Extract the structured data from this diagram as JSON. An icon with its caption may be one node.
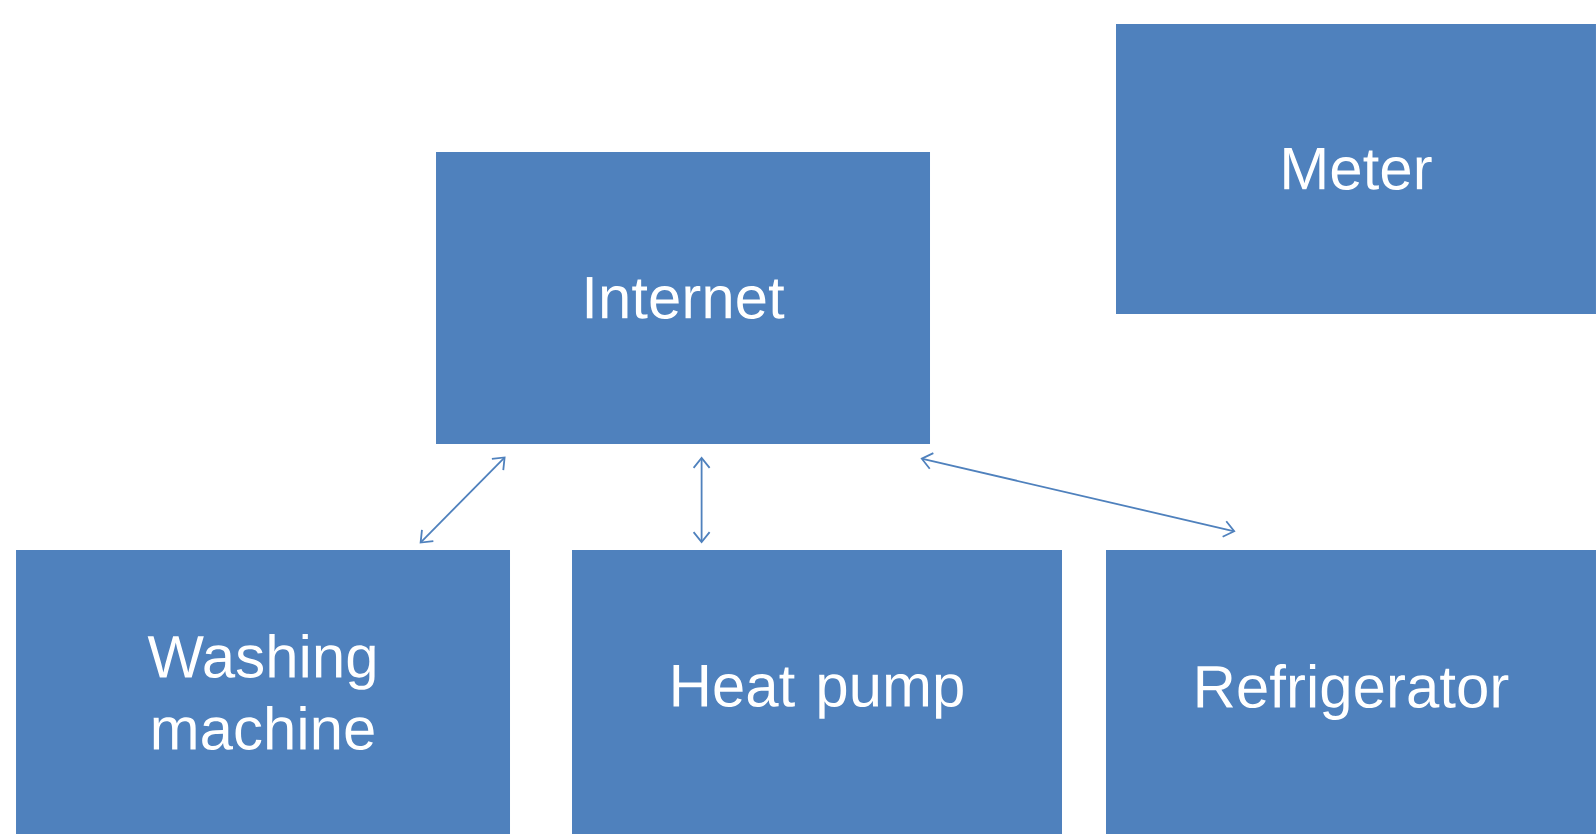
{
  "diagram": {
    "nodes": [
      {
        "text": [
          "Meter"
        ]
      },
      {
        "text": [
          "Internet"
        ]
      },
      {
        "text": [
          "Washing machine"
        ]
      },
      {
        "text": [
          "Heat pump"
        ]
      },
      {
        "text": [
          "Refrigerator"
        ]
      }
    ],
    "edges": [
      {
        "from": 1,
        "to": 2,
        "arrow": "both"
      },
      {
        "from": 1,
        "to": 3,
        "arrow": "both"
      },
      {
        "from": 1,
        "to": 4,
        "arrow": "both"
      }
    ]
  }
}
